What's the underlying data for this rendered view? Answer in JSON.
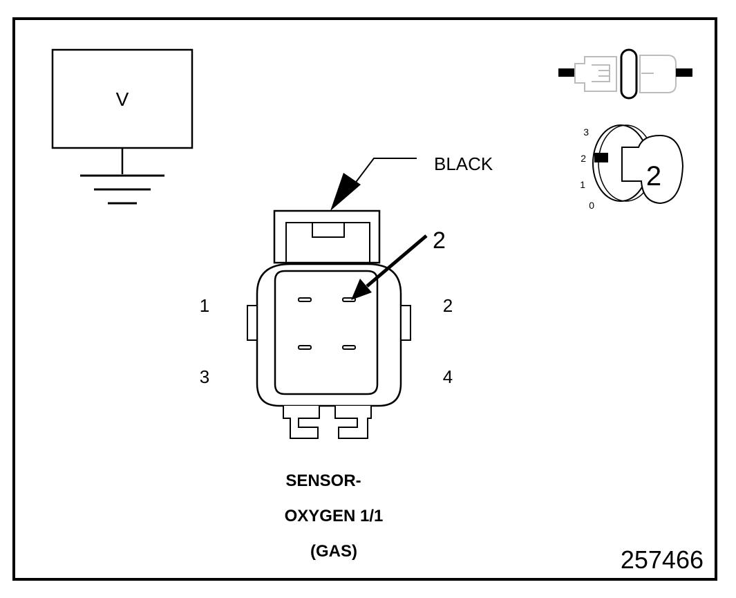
{
  "voltmeter": {
    "label": "V"
  },
  "wire_color_callout": "BLACK",
  "pin_callout": "2",
  "pin_labels": [
    "1",
    "2",
    "3",
    "4"
  ],
  "ignition_key": {
    "scale": [
      "3",
      "2",
      "1",
      "0"
    ],
    "key_number": "2"
  },
  "caption": {
    "line1": "SENSOR-",
    "line2": "OXYGEN 1/1",
    "line3": "(GAS)"
  },
  "figure_number": "257466",
  "colors": {
    "ink": "#000000",
    "background": "#ffffff",
    "light_outline": "#bbbbbb"
  }
}
